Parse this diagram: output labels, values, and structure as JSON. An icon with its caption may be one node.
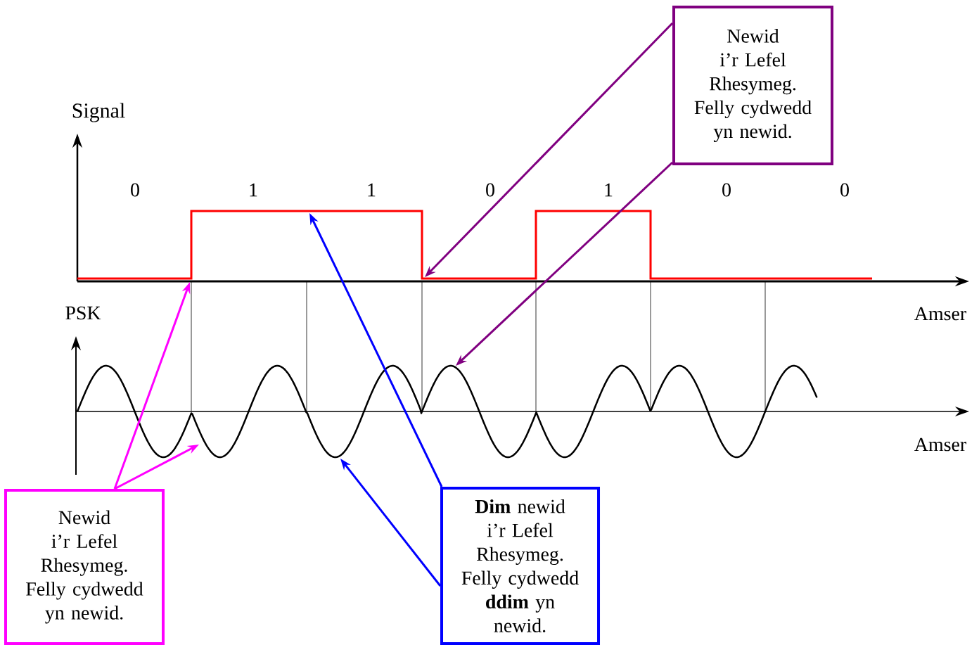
{
  "diagram": {
    "nodes": [
      {
        "text": [
          "Newid i’r Lefel Rhesymeg. Felly cydwedd yn newid."
        ]
      },
      {
        "text": [
          "Newid i’r Lefel Rhesymeg. Felly cydwedd yn newid."
        ]
      },
      {
        "text": [
          "**Dim** newid i’r Lefel Rhesymeg. Felly cydwedd **ddim** yn newid."
        ]
      }
    ],
    "edges": [
      {
        "from": 0,
        "to": null,
        "arrow": "to",
        "color": "#800080"
      },
      {
        "from": 0,
        "to": null,
        "arrow": "to",
        "color": "#800080"
      },
      {
        "from": 1,
        "to": null,
        "arrow": "to",
        "color": "#ff00ff"
      },
      {
        "from": 1,
        "to": null,
        "arrow": "to",
        "color": "#ff00ff"
      },
      {
        "from": 2,
        "to": null,
        "arrow": "to",
        "color": "#0000ff"
      },
      {
        "from": 2,
        "to": null,
        "arrow": "to",
        "color": "#0000ff"
      }
    ],
    "labels": [
      "Signal",
      "0",
      "1",
      "1",
      "0",
      "1",
      "0",
      "0",
      "PSK",
      "Amser",
      "Amser"
    ]
  }
}
